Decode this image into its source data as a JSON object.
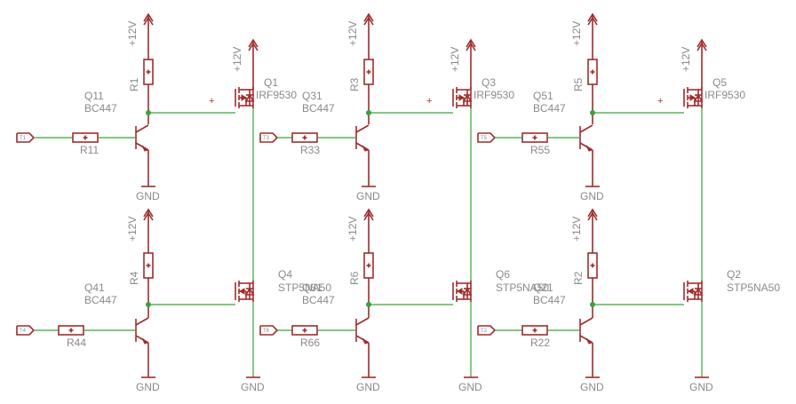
{
  "supply_label": "+12V",
  "ground_label": "GND",
  "channels": [
    {
      "pull_top": "R1",
      "npn_top": {
        "name": "Q11",
        "type": "BC447"
      },
      "input_top": {
        "net": "T1",
        "resistor": "R11"
      },
      "pmos": {
        "name": "Q1",
        "type": "IRF9530"
      },
      "pull_bot": "R4",
      "npn_bot": {
        "name": "Q41",
        "type": "BC447"
      },
      "input_bot": {
        "net": "T4",
        "resistor": "R44"
      },
      "nmos": {
        "name": "Q4",
        "type": "STP5NA50"
      }
    },
    {
      "pull_top": "R3",
      "npn_top": {
        "name": "Q31",
        "type": "BC447"
      },
      "input_top": {
        "net": "T3",
        "resistor": "R33"
      },
      "pmos": {
        "name": "Q3",
        "type": "IRF9530"
      },
      "pull_bot": "R6",
      "npn_bot": {
        "name": "Q61",
        "type": "BC447"
      },
      "input_bot": {
        "net": "T6",
        "resistor": "R66"
      },
      "nmos": {
        "name": "Q6",
        "type": "STP5NA50"
      }
    },
    {
      "pull_top": "R5",
      "npn_top": {
        "name": "Q51",
        "type": "BC447"
      },
      "input_top": {
        "net": "T5",
        "resistor": "R55"
      },
      "pmos": {
        "name": "Q5",
        "type": "IRF9530"
      },
      "pull_bot": "R2",
      "npn_bot": {
        "name": "Q21",
        "type": "BC447"
      },
      "input_bot": {
        "net": "T2",
        "resistor": "R22"
      },
      "nmos": {
        "name": "Q2",
        "type": "STP5NA50"
      }
    }
  ]
}
